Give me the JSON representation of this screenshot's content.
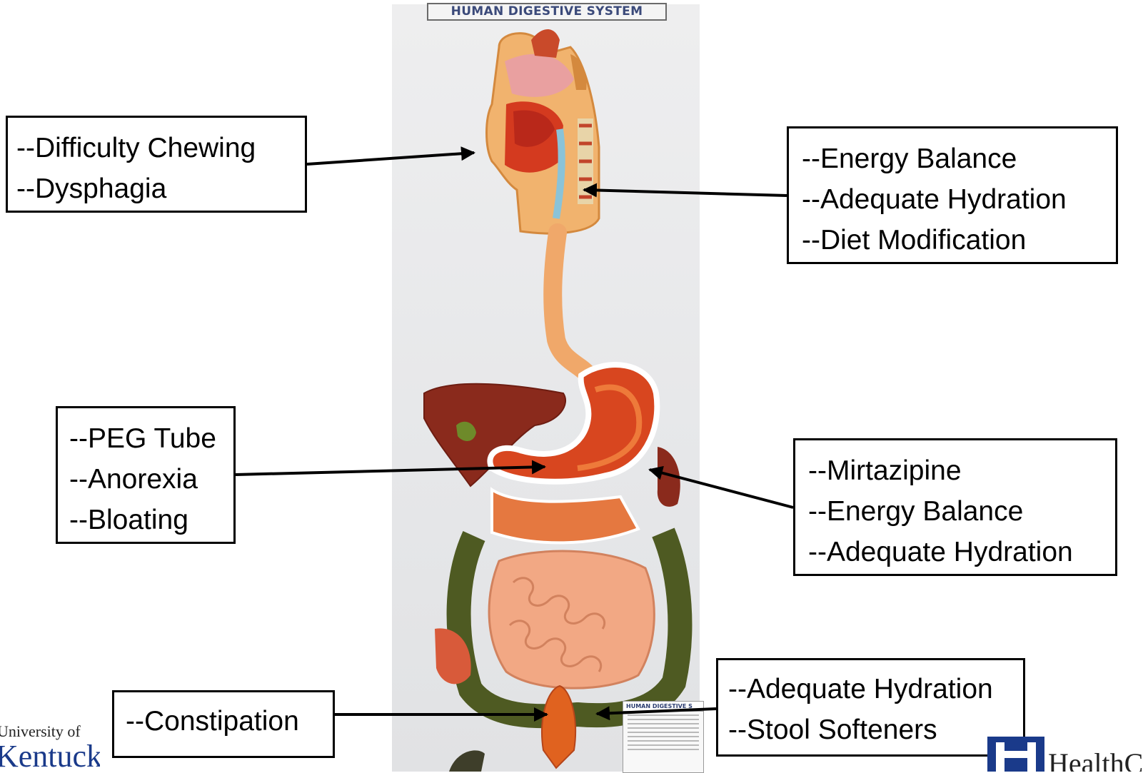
{
  "model": {
    "title": "HUMAN DIGESTIVE SYSTEM",
    "legend_card_title": "HUMAN DIGESTIVE S"
  },
  "callouts": {
    "mouth": {
      "lines": [
        "--Difficulty Chewing",
        "--Dysphagia"
      ]
    },
    "throat": {
      "lines": [
        "--Energy Balance",
        "--Adequate Hydration",
        "--Diet Modification"
      ]
    },
    "stomach": {
      "lines": [
        "--PEG Tube",
        "--Anorexia",
        "--Bloating"
      ]
    },
    "intestine": {
      "lines": [
        "--Mirtazipine",
        "--Energy Balance",
        "--Adequate Hydration"
      ]
    },
    "rectum_left": {
      "lines": [
        "--Constipation"
      ]
    },
    "rectum_right": {
      "lines": [
        "--Adequate Hydration",
        "--Stool Softeners"
      ]
    }
  },
  "logos": {
    "university_top": "University of",
    "university_main": "Kentucky",
    "healthcare_word": "HealthCare"
  },
  "colors": {
    "box_border": "#000000",
    "arrow": "#000000",
    "logo_blue": "#1a3a8a"
  }
}
